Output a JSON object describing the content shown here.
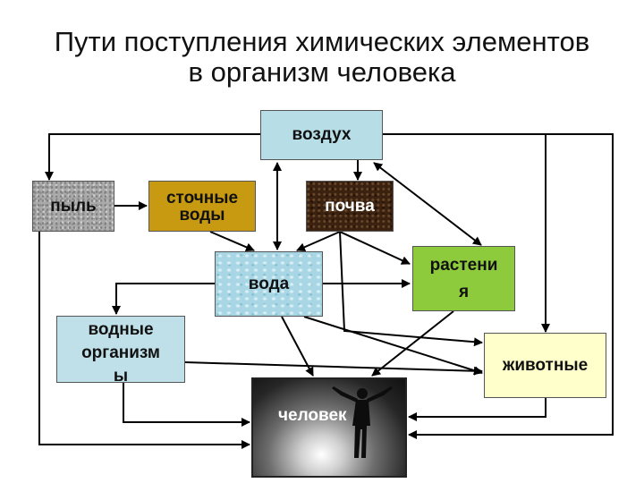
{
  "title": {
    "line1": "Пути поступления химических элементов",
    "line2": "в организм человека"
  },
  "nodes": {
    "air": "воздух",
    "dust": "пыль",
    "sewage_line1": "сточные",
    "sewage_line2": "воды",
    "soil": "почва",
    "water": "вода",
    "plants_line1": "растени",
    "plants_line2": "я",
    "aquatic_line1": "водные",
    "aquatic_line2": "организм",
    "aquatic_line3": "ы",
    "animals": "животные",
    "human": "человек"
  },
  "colors": {
    "air": "#b7dde6",
    "dust": "#a9a9a9",
    "sewage": "#c79a12",
    "soil": "#3b2210",
    "water": "#a9d6e4",
    "plants": "#8dcb3c",
    "aquatic": "#bfe0e8",
    "animals": "#ffffcc",
    "arrows": "#000000"
  },
  "connections": [
    {
      "from": "воздух",
      "to": "пыль"
    },
    {
      "from": "воздух",
      "to": "почва"
    },
    {
      "from": "воздух",
      "to": "вода",
      "bidirectional": true
    },
    {
      "from": "воздух",
      "to": "растения",
      "bidirectional": true
    },
    {
      "from": "воздух",
      "to": "животные"
    },
    {
      "from": "воздух",
      "to": "человек"
    },
    {
      "from": "пыль",
      "to": "сточные воды"
    },
    {
      "from": "пыль",
      "to": "человек"
    },
    {
      "from": "сточные воды",
      "to": "вода"
    },
    {
      "from": "почва",
      "to": "вода"
    },
    {
      "from": "почва",
      "to": "растения"
    },
    {
      "from": "почва",
      "to": "животные"
    },
    {
      "from": "вода",
      "to": "растения"
    },
    {
      "from": "вода",
      "to": "водные организмы"
    },
    {
      "from": "вода",
      "to": "человек"
    },
    {
      "from": "вода",
      "to": "животные"
    },
    {
      "from": "растения",
      "to": "человек"
    },
    {
      "from": "водные организмы",
      "to": "человек"
    },
    {
      "from": "водные организмы",
      "to": "животные"
    },
    {
      "from": "животные",
      "to": "человек"
    }
  ]
}
